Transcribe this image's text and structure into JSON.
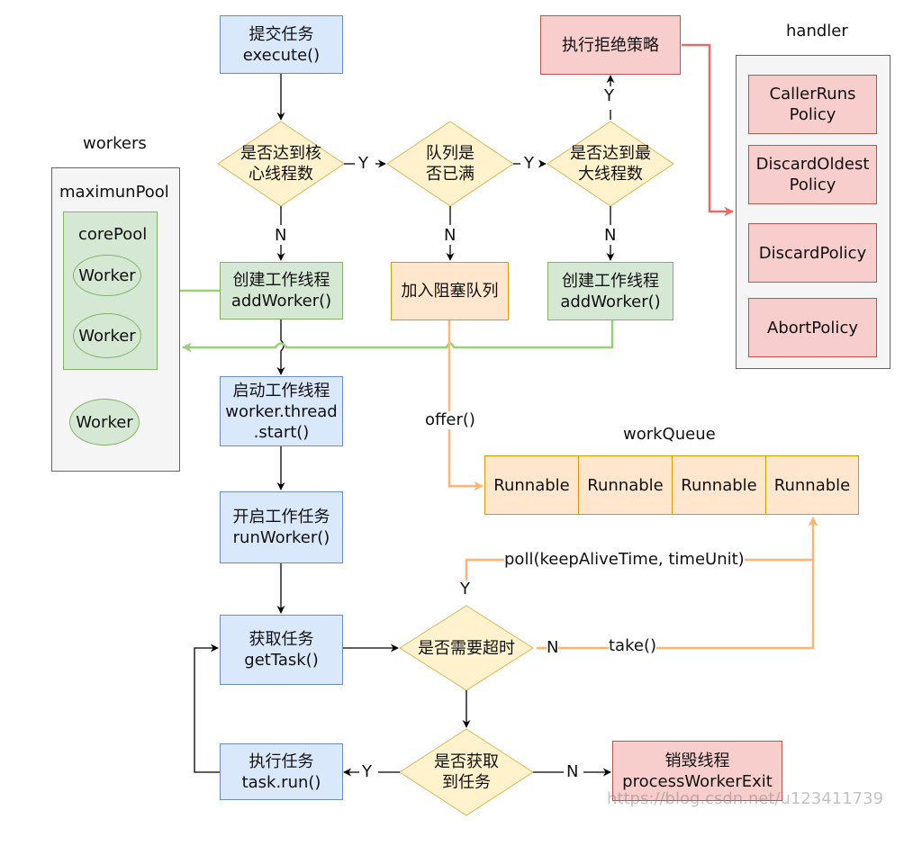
{
  "nodes": {
    "submit": [
      "提交任务",
      "execute()"
    ],
    "reached_core": [
      "是否达到核",
      "心线程数"
    ],
    "queue_full": [
      "队列是",
      "否已满"
    ],
    "reached_max": [
      "是否达到最",
      "大线程数"
    ],
    "reject": [
      "执行拒绝策略"
    ],
    "create_worker_core": [
      "创建工作线程",
      "addWorker()"
    ],
    "enqueue": [
      "加入阻塞队列"
    ],
    "create_worker_max": [
      "创建工作线程",
      "addWorker()"
    ],
    "start_thread": [
      "启动工作线程",
      "worker.thread",
      ".start()"
    ],
    "run_worker": [
      "开启工作任务",
      "runWorker()"
    ],
    "get_task": [
      "获取任务",
      "getTask()"
    ],
    "need_timeout": [
      "是否需要超时"
    ],
    "run_task": [
      "执行任务",
      "task.run()"
    ],
    "got_task": [
      "是否获取",
      "到任务"
    ],
    "destroy": [
      "销毁线程",
      "processWorkerExit"
    ]
  },
  "workers": {
    "title": "workers",
    "max_pool": "maximunPool",
    "core_pool": "corePool",
    "worker_label": "Worker"
  },
  "handler": {
    "title": "handler",
    "policies": [
      "CallerRuns Policy",
      "DiscardOldest Policy",
      "DiscardPolicy",
      "AbortPolicy"
    ]
  },
  "work_queue": {
    "title": "workQueue",
    "cells": [
      "Runnable",
      "Runnable",
      "Runnable",
      "Runnable"
    ]
  },
  "edge_labels": {
    "core_yes": "Y",
    "queue_yes": "Y",
    "max_yes": "Y",
    "core_no": "N",
    "queue_no": "N",
    "max_no": "N",
    "offer": "offer()",
    "poll": "poll(keepAliveTime, timeUnit)",
    "timeout_yes": "Y",
    "timeout_no": "N",
    "take": "take()",
    "got_yes": "Y",
    "got_no": "N"
  },
  "watermark": "https://blog.csdn.net/u123411739",
  "colors": {
    "blue_fill": "#dae8fc",
    "blue_stroke": "#6c8ebf",
    "green_fill": "#d5e8d4",
    "green_stroke": "#82b366",
    "orange_fill": "#ffe6cc",
    "orange_stroke": "#d79b00",
    "yellow_fill": "#fff2cc",
    "yellow_stroke": "#d6b656",
    "red_fill": "#f8cecc",
    "red_stroke": "#b85450",
    "gray_fill": "#f5f5f5",
    "gray_stroke": "#666666",
    "green_edge": "#97d077",
    "orange_edge": "#ffb570",
    "red_edge": "#ea6b66"
  }
}
